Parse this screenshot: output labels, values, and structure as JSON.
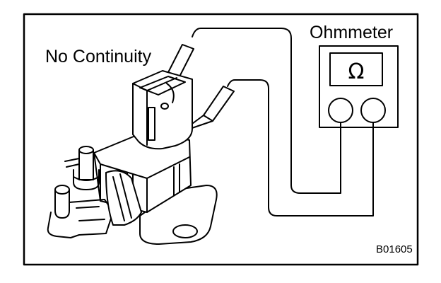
{
  "labels": {
    "continuity": "No Continuity",
    "meter_name": "Ohmmeter",
    "meter_symbol": "Ω",
    "figure_code": "B01605"
  },
  "colors": {
    "line": "#000000",
    "background": "#ffffff"
  }
}
